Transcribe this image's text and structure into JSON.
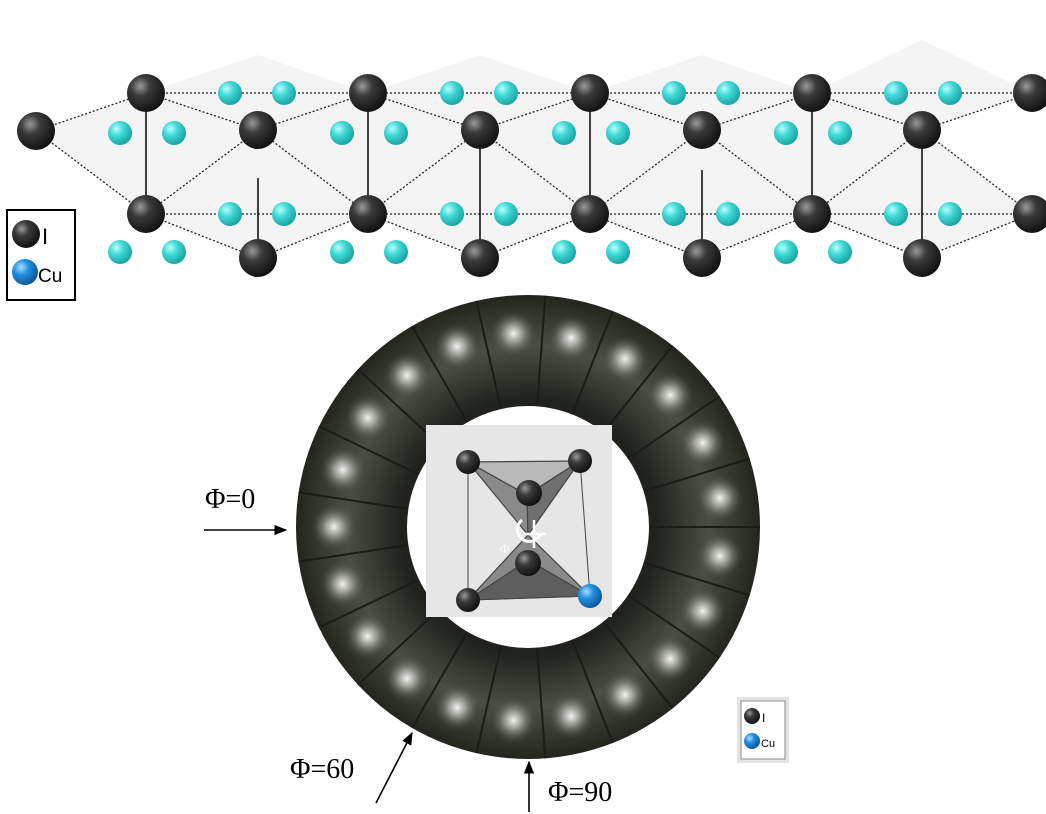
{
  "lattice": {
    "legend": {
      "items": [
        {
          "label": "I"
        },
        {
          "label": "Cu"
        }
      ]
    }
  },
  "ring": {
    "segments": 21,
    "arrows": [
      {
        "label": "Φ=0"
      },
      {
        "label": "Φ=60"
      },
      {
        "label": "Φ=90"
      }
    ]
  },
  "inset": {
    "label": "Φ"
  },
  "small_legend": {
    "items": [
      {
        "label": "I"
      },
      {
        "label": "Cu"
      }
    ]
  },
  "colors": {
    "iodine": "#262626",
    "copper_lattice": "#3fd9d6",
    "copper_legend": "#1f8fe0",
    "ring": "#3b3f37"
  }
}
